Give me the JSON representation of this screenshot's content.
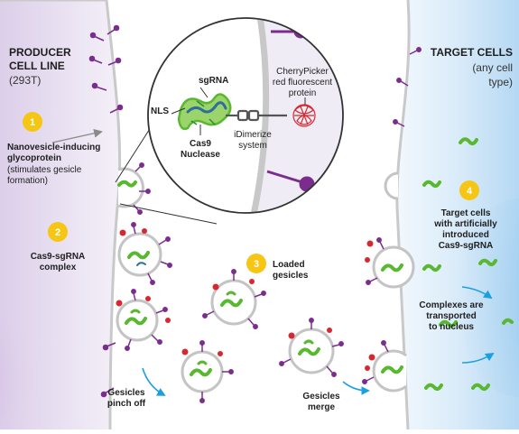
{
  "left_header": {
    "line1": "PRODUCER",
    "line2": "CELL LINE",
    "line3": "(293T)"
  },
  "right_header": {
    "line1": "TARGET CELLS",
    "line2": "(any cell",
    "line3": "type)"
  },
  "inset": {
    "sgrna": "sgRNA",
    "nls": "NLS",
    "cas9_line1": "Cas9",
    "cas9_line2": "Nuclease",
    "cherry_line1": "CherryPicker",
    "cherry_line2": "red fluorescent",
    "cherry_line3": "protein",
    "idimerize_line1": "iDimerize",
    "idimerize_line2": "system"
  },
  "step1": {
    "number": "1",
    "bold_line1": "Nanovesicle-inducing",
    "bold_line2": "glycoprotein",
    "line3": "(stimulates gesicle",
    "line4": "formation)"
  },
  "step2": {
    "number": "2",
    "line1": "Cas9-sgRNA",
    "line2": "complex"
  },
  "step3": {
    "number": "3",
    "line1": "Loaded",
    "line2": "gesicles"
  },
  "step4": {
    "number": "4",
    "line1": "Target cells",
    "line2": "with artificially",
    "line3": "introduced",
    "line4": "Cas9-sgRNA"
  },
  "labels": {
    "pinch_line1": "Gesicles",
    "pinch_line2": "pinch off",
    "merge_line1": "Gesicles",
    "merge_line2": "merge",
    "transport_line1": "Complexes are",
    "transport_line2": "transported",
    "transport_line3": "to nucleus"
  },
  "colors": {
    "badge": "#f6c615",
    "membrane_purple": "#7b2d8e",
    "cas9_green": "#58b82f",
    "cherry_red": "#d7282f",
    "arrow_blue": "#1aa0e0",
    "producer_tint": "#e7ddf0",
    "target_tint": "#d2e8f8"
  }
}
